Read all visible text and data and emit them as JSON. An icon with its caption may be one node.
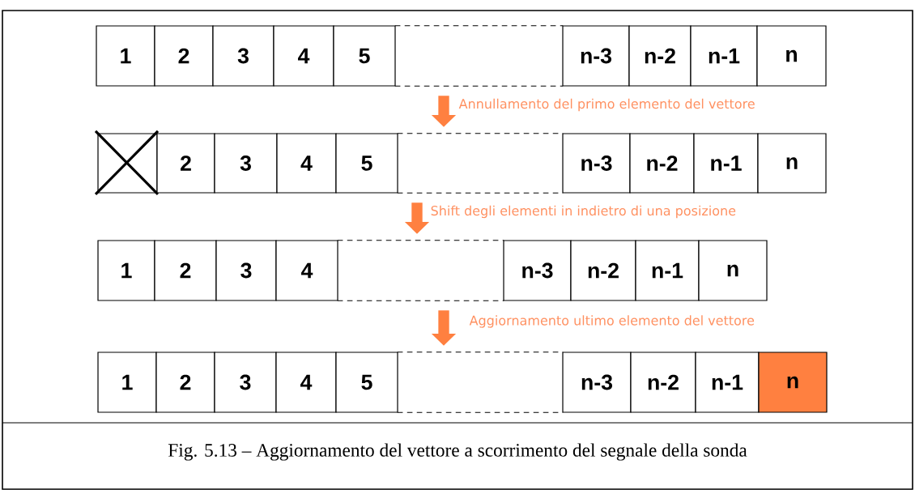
{
  "diagram": {
    "caption": "Fig. 5.13 –  Aggiornamento del vettore a scorrimento del segnale della sonda",
    "nodes": [
      {
        "text": [
          "1"
        ]
      },
      {
        "text": [
          "2"
        ]
      },
      {
        "text": [
          "3"
        ]
      },
      {
        "text": [
          "4"
        ]
      },
      {
        "text": [
          "5"
        ]
      },
      {
        "text": [],
        "shape": "box"
      },
      {
        "text": [
          "n-3"
        ]
      },
      {
        "text": [
          "n-2"
        ]
      },
      {
        "text": [
          "n-1"
        ]
      },
      {
        "text": [
          "n"
        ]
      },
      {
        "text": [],
        "shape": "box"
      },
      {
        "text": [
          "2"
        ]
      },
      {
        "text": [
          "3"
        ]
      },
      {
        "text": [
          "4"
        ]
      },
      {
        "text": [
          "5"
        ]
      },
      {
        "text": [],
        "shape": "box"
      },
      {
        "text": [
          "n-3"
        ]
      },
      {
        "text": [
          "n-2"
        ]
      },
      {
        "text": [
          "n-1"
        ]
      },
      {
        "text": [
          "n"
        ]
      },
      {
        "text": [
          "1"
        ]
      },
      {
        "text": [
          "2"
        ]
      },
      {
        "text": [
          "3"
        ]
      },
      {
        "text": [
          "4"
        ]
      },
      {
        "text": [],
        "shape": "box"
      },
      {
        "text": [
          "n-3"
        ]
      },
      {
        "text": [
          "n-2"
        ]
      },
      {
        "text": [
          "n-1"
        ]
      },
      {
        "text": [
          "n"
        ]
      },
      {
        "text": [
          "1"
        ]
      },
      {
        "text": [
          "2"
        ]
      },
      {
        "text": [
          "3"
        ]
      },
      {
        "text": [
          "4"
        ]
      },
      {
        "text": [
          "5"
        ]
      },
      {
        "text": [],
        "shape": "box"
      },
      {
        "text": [
          "n-3"
        ]
      },
      {
        "text": [
          "n-2"
        ]
      },
      {
        "text": [
          "n-1"
        ]
      },
      {
        "text": [
          "n"
        ]
      }
    ],
    "edges": [
      {
        "from": 5,
        "to": 15,
        "arrow": "to",
        "label": "Annullamento del primo elemento del vettore"
      },
      {
        "from": 15,
        "to": 24,
        "arrow": "to",
        "label": "Shift degli elementi in indietro di una posizione"
      },
      {
        "from": 24,
        "to": 34,
        "arrow": "to",
        "label": "Aggiornamento ultimo elemento del vettore"
      }
    ]
  }
}
